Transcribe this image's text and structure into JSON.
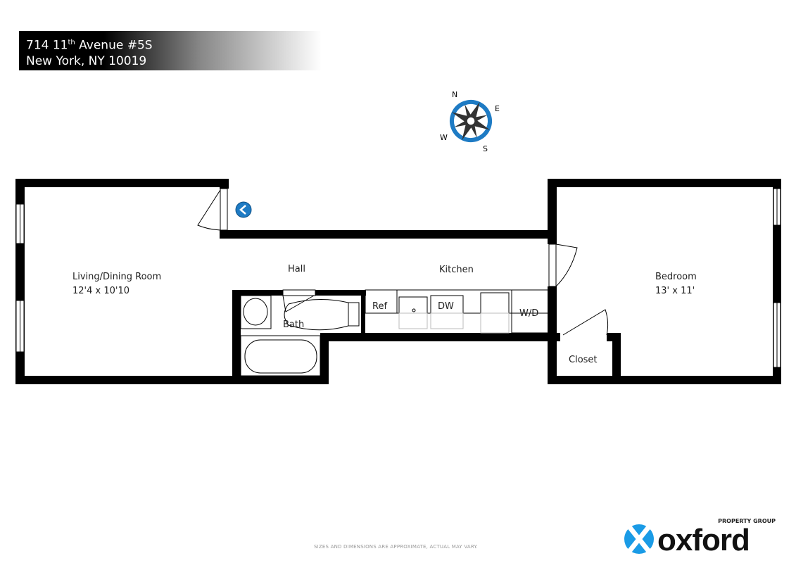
{
  "header": {
    "address_line1_prefix": "714 11",
    "address_line1_sup": "th",
    "address_line1_suffix": " Avenue #5S",
    "address_line2": "New York, NY 10019"
  },
  "compass": {
    "n": "N",
    "e": "E",
    "s": "S",
    "w": "W",
    "accent": "#1e7bc4"
  },
  "rooms": {
    "living": {
      "name": "Living/Dining Room",
      "dims": "12'4 x 10'10"
    },
    "hall": {
      "name": "Hall"
    },
    "kitchen": {
      "name": "Kitchen"
    },
    "bath": {
      "name": "Bath"
    },
    "bedroom": {
      "name": "Bedroom",
      "dims": "13' x 11'"
    },
    "closet": {
      "name": "Closet"
    }
  },
  "fixtures": {
    "ref": "Ref",
    "dw": "DW",
    "wd": "W/D"
  },
  "entry_icon": "chevron-left-icon",
  "disclaimer": "SIZES AND DIMENSIONS ARE APPROXIMATE, ACTUAL MAY VARY.",
  "logo": {
    "word": "oxford",
    "tagline": "PROPERTY GROUP",
    "accent": "#1a9be6"
  }
}
